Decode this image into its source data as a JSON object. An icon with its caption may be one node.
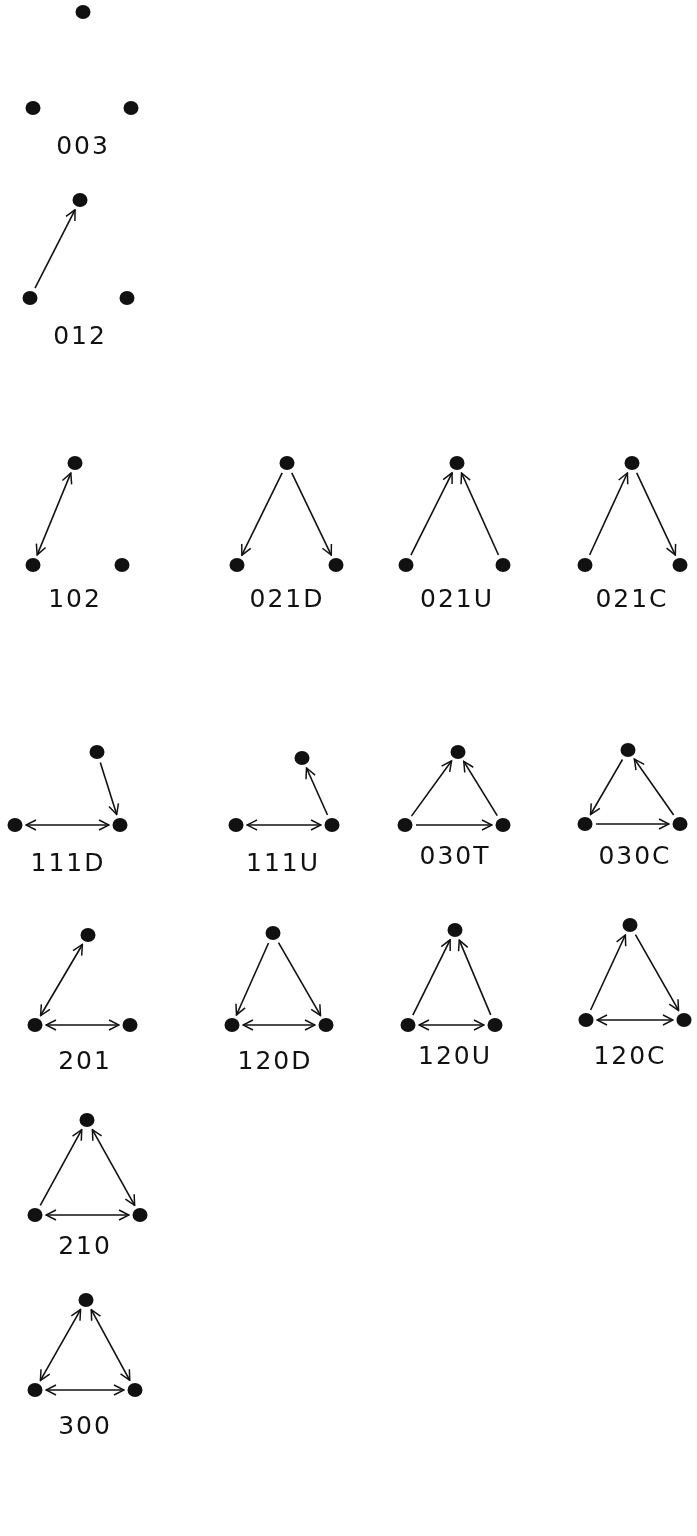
{
  "diagram": {
    "nodes": [
      {
        "text": [],
        "shape": "circle"
      },
      {
        "text": [],
        "shape": "circle"
      },
      {
        "text": [],
        "shape": "circle"
      },
      {
        "text": [],
        "shape": "circle"
      },
      {
        "text": [],
        "shape": "circle"
      },
      {
        "text": [],
        "shape": "circle"
      },
      {
        "text": [],
        "shape": "circle"
      },
      {
        "text": [],
        "shape": "circle"
      },
      {
        "text": [],
        "shape": "circle"
      },
      {
        "text": [],
        "shape": "circle"
      },
      {
        "text": [],
        "shape": "circle"
      },
      {
        "text": [],
        "shape": "circle"
      },
      {
        "text": [],
        "shape": "circle"
      },
      {
        "text": [],
        "shape": "circle"
      },
      {
        "text": [],
        "shape": "circle"
      },
      {
        "text": [],
        "shape": "circle"
      },
      {
        "text": [],
        "shape": "circle"
      },
      {
        "text": [],
        "shape": "circle"
      },
      {
        "text": [],
        "shape": "circle"
      },
      {
        "text": [],
        "shape": "circle"
      },
      {
        "text": [],
        "shape": "circle"
      },
      {
        "text": [],
        "shape": "circle"
      },
      {
        "text": [],
        "shape": "circle"
      },
      {
        "text": [],
        "shape": "circle"
      },
      {
        "text": [],
        "shape": "circle"
      },
      {
        "text": [],
        "shape": "circle"
      },
      {
        "text": [],
        "shape": "circle"
      },
      {
        "text": [],
        "shape": "circle"
      },
      {
        "text": [],
        "shape": "circle"
      },
      {
        "text": [],
        "shape": "circle"
      },
      {
        "text": [],
        "shape": "circle"
      },
      {
        "text": [],
        "shape": "circle"
      },
      {
        "text": [],
        "shape": "circle"
      },
      {
        "text": [],
        "shape": "circle"
      },
      {
        "text": [],
        "shape": "circle"
      },
      {
        "text": [],
        "shape": "circle"
      },
      {
        "text": [],
        "shape": "circle"
      },
      {
        "text": [],
        "shape": "circle"
      },
      {
        "text": [],
        "shape": "circle"
      },
      {
        "text": [],
        "shape": "circle"
      },
      {
        "text": [],
        "shape": "circle"
      },
      {
        "text": [],
        "shape": "circle"
      },
      {
        "text": [],
        "shape": "circle"
      },
      {
        "text": [],
        "shape": "circle"
      },
      {
        "text": [],
        "shape": "circle"
      },
      {
        "text": [],
        "shape": "circle"
      },
      {
        "text": [],
        "shape": "circle"
      },
      {
        "text": [],
        "shape": "circle"
      }
    ],
    "edges": [
      {
        "from": 4,
        "to": 3,
        "arrow": "to"
      },
      {
        "from": 7,
        "to": 6,
        "arrow": "both"
      },
      {
        "from": 9,
        "to": 10,
        "arrow": "to"
      },
      {
        "from": 9,
        "to": 11,
        "arrow": "to"
      },
      {
        "from": 13,
        "to": 12,
        "arrow": "to"
      },
      {
        "from": 14,
        "to": 12,
        "arrow": "to"
      },
      {
        "from": 16,
        "to": 15,
        "arrow": "to"
      },
      {
        "from": 15,
        "to": 17,
        "arrow": "to"
      },
      {
        "from": 18,
        "to": 20,
        "arrow": "to"
      },
      {
        "from": 19,
        "to": 20,
        "arrow": "both"
      },
      {
        "from": 23,
        "to": 21,
        "arrow": "to"
      },
      {
        "from": 22,
        "to": 23,
        "arrow": "both"
      },
      {
        "from": 25,
        "to": 24,
        "arrow": "to"
      },
      {
        "from": 26,
        "to": 24,
        "arrow": "to"
      },
      {
        "from": 25,
        "to": 26,
        "arrow": "to"
      },
      {
        "from": 27,
        "to": 28,
        "arrow": "to"
      },
      {
        "from": 29,
        "to": 27,
        "arrow": "to"
      },
      {
        "from": 28,
        "to": 29,
        "arrow": "to"
      },
      {
        "from": 30,
        "to": 31,
        "arrow": "both"
      },
      {
        "from": 31,
        "to": 32,
        "arrow": "both"
      },
      {
        "from": 33,
        "to": 34,
        "arrow": "to"
      },
      {
        "from": 33,
        "to": 35,
        "arrow": "to"
      },
      {
        "from": 34,
        "to": 35,
        "arrow": "both"
      },
      {
        "from": 37,
        "to": 36,
        "arrow": "to"
      },
      {
        "from": 38,
        "to": 36,
        "arrow": "to"
      },
      {
        "from": 37,
        "to": 38,
        "arrow": "both"
      },
      {
        "from": 40,
        "to": 39,
        "arrow": "to"
      },
      {
        "from": 39,
        "to": 41,
        "arrow": "to"
      },
      {
        "from": 40,
        "to": 41,
        "arrow": "both"
      },
      {
        "from": 43,
        "to": 42,
        "arrow": "to"
      },
      {
        "from": 42,
        "to": 44,
        "arrow": "both"
      },
      {
        "from": 43,
        "to": 44,
        "arrow": "both"
      },
      {
        "from": 45,
        "to": 46,
        "arrow": "both"
      },
      {
        "from": 45,
        "to": 47,
        "arrow": "both"
      },
      {
        "from": 46,
        "to": 47,
        "arrow": "both"
      }
    ],
    "labels": [
      "003",
      "012",
      "102",
      "021D",
      "021U",
      "021C",
      "111D",
      "111U",
      "030T",
      "030C",
      "201",
      "120D",
      "120U",
      "120C",
      "210",
      "300"
    ]
  }
}
